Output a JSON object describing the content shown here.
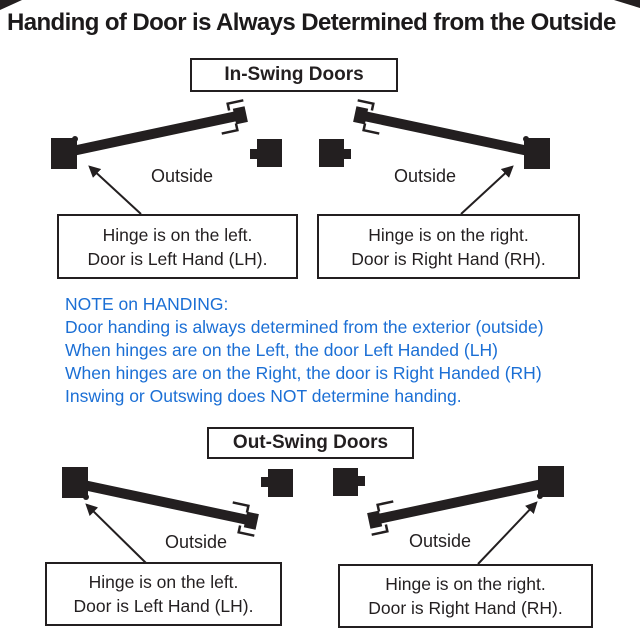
{
  "colors": {
    "ink": "#231f20",
    "note_blue": "#1b6fd5",
    "background": "#ffffff"
  },
  "title": "Handing of Door is Always Determined from the Outside",
  "in_swing": {
    "heading": "In-Swing Doors",
    "left": {
      "outside": "Outside",
      "caption1": "Hinge is on the left.",
      "caption2": "Door is Left Hand (LH)."
    },
    "right": {
      "outside": "Outside",
      "caption1": "Hinge is on the right.",
      "caption2": "Door is Right Hand (RH)."
    }
  },
  "note": {
    "heading": "NOTE on HANDING:",
    "line1": "Door handing is always determined from the exterior (outside)",
    "line2": "When hinges are on the Left, the door Left Handed (LH)",
    "line3": "When hinges are on the Right, the door is Right Handed (RH)",
    "line4": "Inswing or Outswing does NOT determine handing."
  },
  "out_swing": {
    "heading": "Out-Swing Doors",
    "left": {
      "outside": "Outside",
      "caption1": "Hinge is on the left.",
      "caption2": "Door is Left Hand (LH)."
    },
    "right": {
      "outside": "Outside",
      "caption1": "Hinge is on the right.",
      "caption2": "Door is Right Hand (RH)."
    }
  }
}
